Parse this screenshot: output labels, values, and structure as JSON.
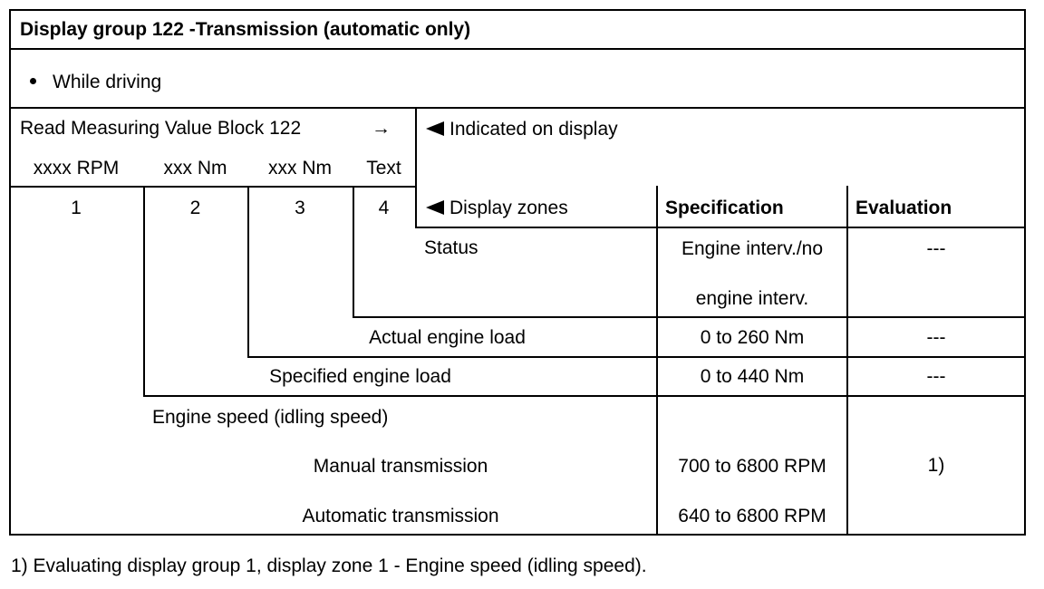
{
  "header": {
    "title": "Display group 122 -Transmission (automatic only)",
    "condition": "While driving"
  },
  "block": {
    "read_label": "Read Measuring Value Block 122",
    "arrow": "→",
    "columns": [
      "xxxx RPM",
      "xxx Nm",
      "xxx Nm",
      "Text"
    ],
    "numbers": [
      "1",
      "2",
      "3",
      "4"
    ]
  },
  "display": {
    "indicated_label": "Indicated on display",
    "zones_label": "Display zones",
    "specification_label": "Specification",
    "evaluation_label": "Evaluation"
  },
  "rows": {
    "status": {
      "label": "Status",
      "spec_line1": "Engine interv./no",
      "spec_line2": "engine interv.",
      "evaluation": "---"
    },
    "actual_load": {
      "label": "Actual engine load",
      "spec": "0 to 260 Nm",
      "evaluation": "---"
    },
    "specified_load": {
      "label": "Specified engine load",
      "spec": "0 to 440 Nm",
      "evaluation": "---"
    },
    "engine_speed": {
      "label": "Engine speed (idling speed)",
      "manual_label": "Manual transmission",
      "manual_spec": "700 to 6800 RPM",
      "automatic_label": "Automatic transmission",
      "automatic_spec": "640 to 6800 RPM",
      "evaluation": "1)"
    }
  },
  "footnote": "1) Evaluating display group 1, display zone 1 - Engine speed (idling speed)."
}
